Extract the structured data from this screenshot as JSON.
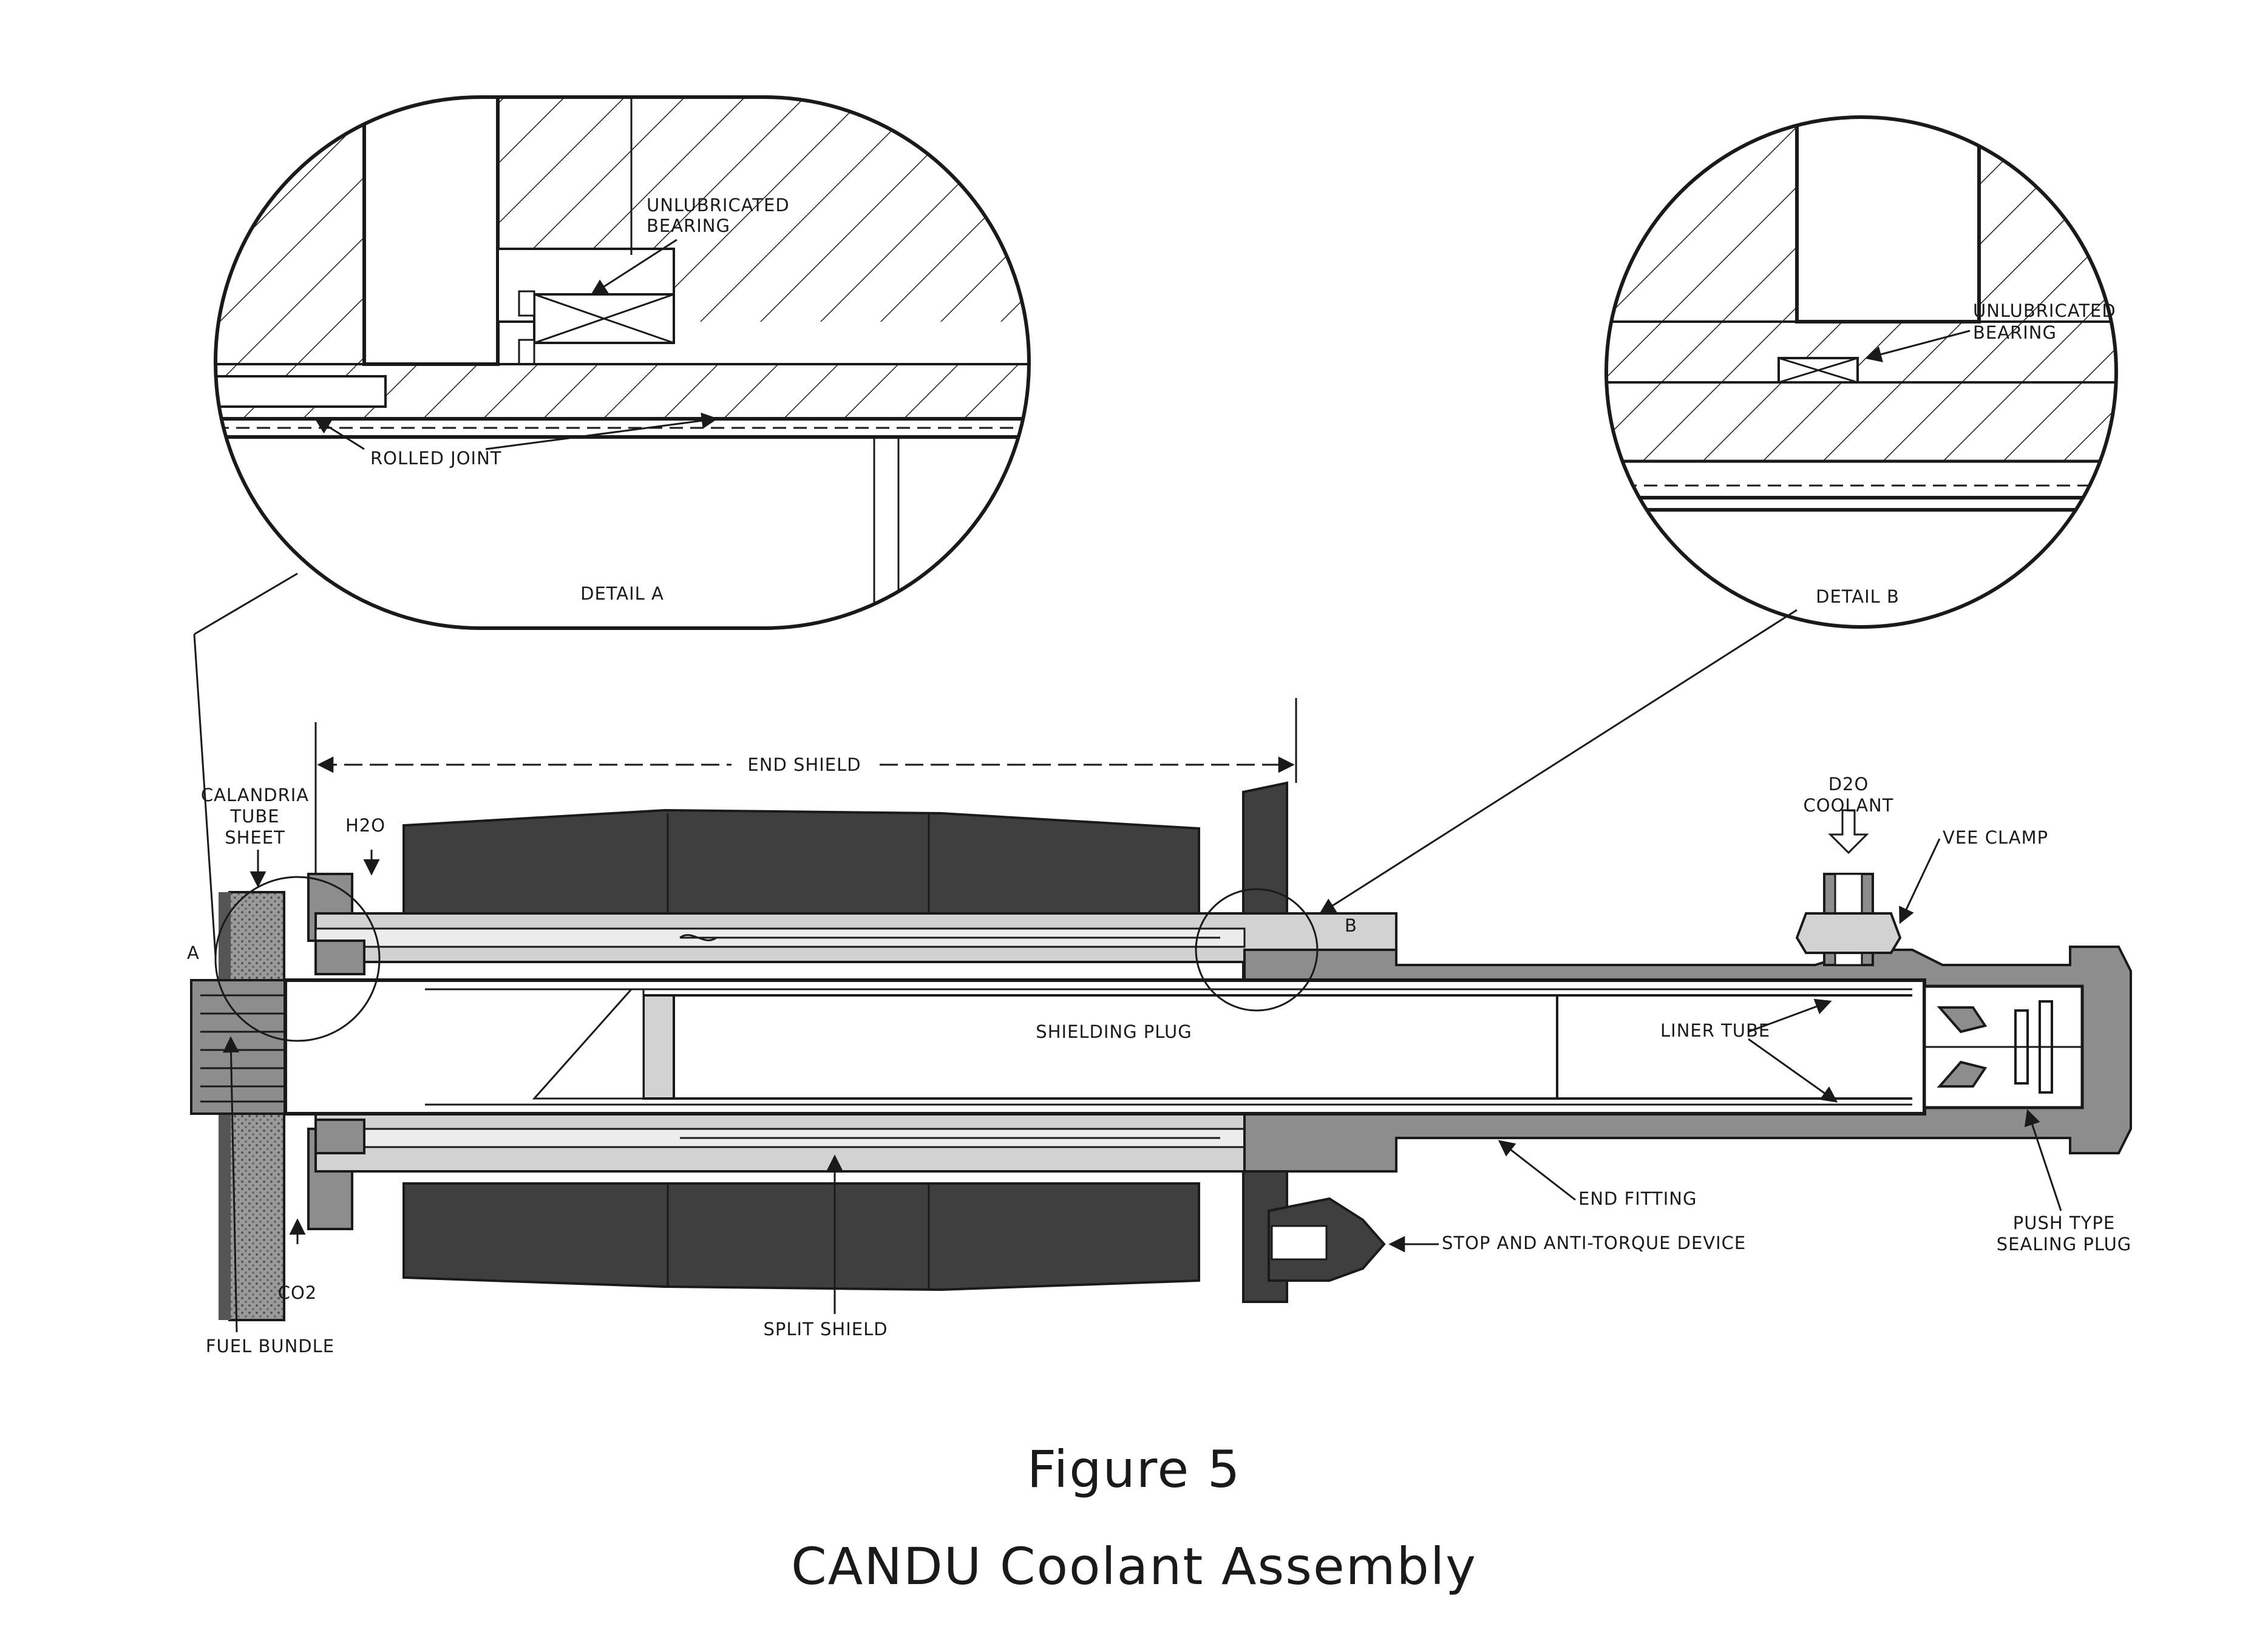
{
  "labels": {
    "detail_a": "DETAIL A",
    "detail_b": "DETAIL B",
    "bearing_a_1": "UNLUBRICATED",
    "bearing_a_2": "BEARING",
    "bearing_b_1": "UNLUBRICATED",
    "bearing_b_2": "BEARING",
    "rolled_joint": "ROLLED JOINT",
    "end_shield": "END SHIELD",
    "calandria_1": "CALANDRIA",
    "calandria_2": "TUBE",
    "calandria_3": "SHEET",
    "h2o": "H2O",
    "d2o_1": "D2O",
    "d2o_2": "COOLANT",
    "vee_clamp": "VEE CLAMP",
    "marker_a": "A",
    "marker_b": "B",
    "shielding_plug": "SHIELDING PLUG",
    "liner_tube": "LINER TUBE",
    "end_fitting": "END FITTING",
    "stop_device": "STOP AND ANTI-TORQUE DEVICE",
    "push_plug_1": "PUSH TYPE",
    "push_plug_2": "SEALING PLUG",
    "co2": "CO2",
    "fuel_bundle": "FUEL BUNDLE",
    "split_shield": "SPLIT SHIELD"
  },
  "caption": {
    "figure": "Figure 5",
    "title": "CANDU Coolant Assembly"
  }
}
